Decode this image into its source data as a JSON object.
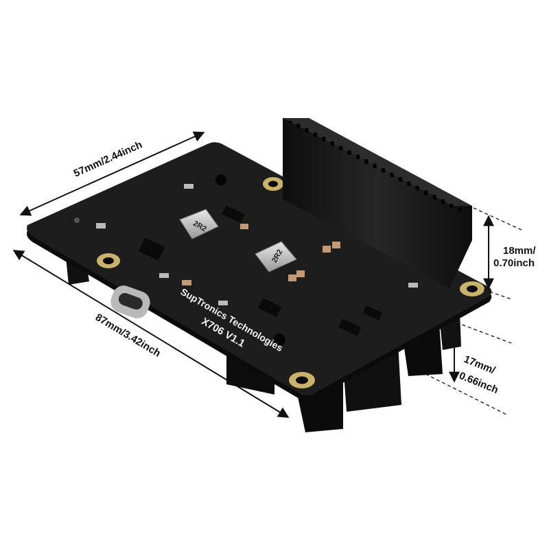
{
  "dimensions": {
    "width_top": "57mm/2.44inch",
    "length": "87mm/3.42inch",
    "header_height_mm": "18mm/",
    "header_height_in": "0.70inch",
    "battery_height_mm": "17mm/",
    "battery_height_in": "0.66inch"
  },
  "board": {
    "brand": "SupTronics Technologies",
    "model": "X706 V1.1",
    "inductor_label": "2R2"
  },
  "colors": {
    "pcb": "#1c1c1c",
    "pcb_edge": "#0c0c0c",
    "gold": "#c9b36a",
    "header": "#141414",
    "dimension_line": "#111111"
  }
}
